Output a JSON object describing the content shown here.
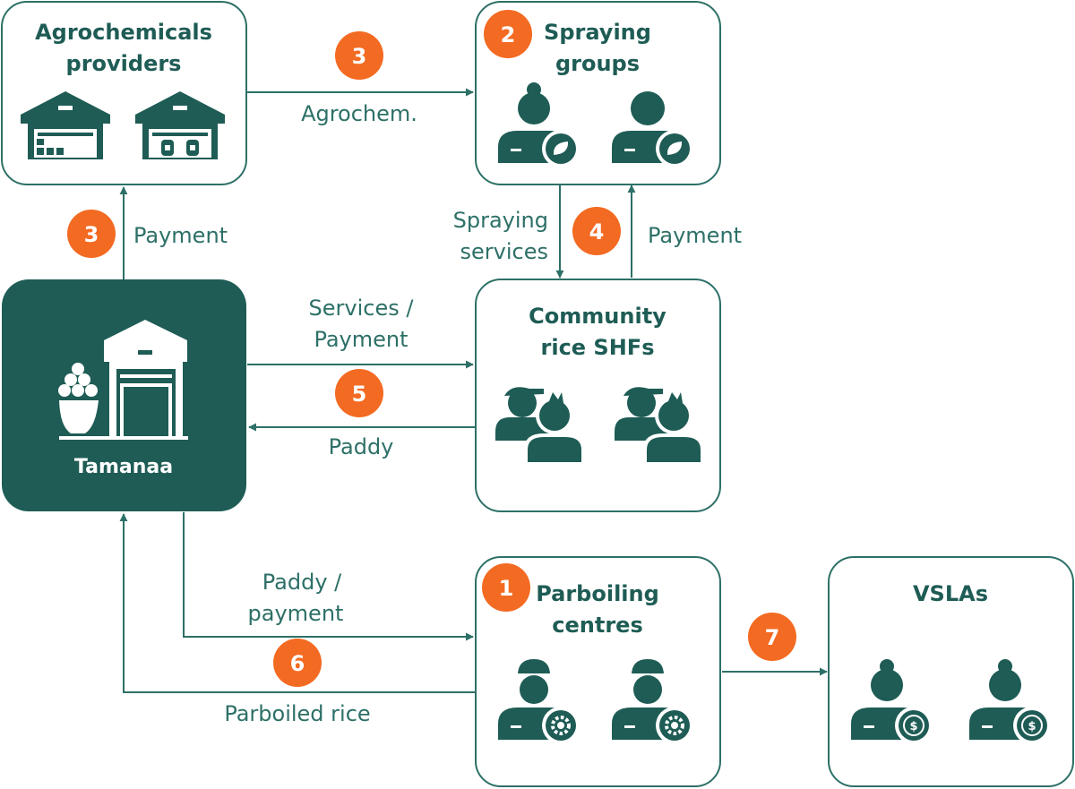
{
  "colors": {
    "primary": "#1e5c55",
    "stroke": "#2d7067",
    "accent": "#f36a22",
    "background": "#ffffff"
  },
  "nodes": {
    "agrochemicals": {
      "line1": "Agrochemicals",
      "line2": "providers",
      "icons": [
        "warehouse-icon",
        "warehouse-icon"
      ]
    },
    "spraying": {
      "line1": "Spraying",
      "line2": "groups",
      "step": "2",
      "icons": [
        "person-leaf-icon",
        "person-leaf-icon"
      ]
    },
    "tamanaa": {
      "label": "Tamanaa",
      "icons": [
        "warehouse-icon",
        "rice-bowl-icon"
      ]
    },
    "community": {
      "line1": "Community",
      "line2": "rice SHFs",
      "icons": [
        "farmer-group-icon",
        "farmer-group-icon"
      ]
    },
    "parboiling": {
      "line1": "Parboiling",
      "line2": "centres",
      "step": "1",
      "icons": [
        "person-gear-icon",
        "person-gear-icon"
      ]
    },
    "vslas": {
      "line1": "VSLAs",
      "icons": [
        "person-dollar-icon",
        "person-dollar-icon"
      ]
    }
  },
  "flows": {
    "agrochem": {
      "label": "Agrochem.",
      "step": "3"
    },
    "payment_agro": {
      "label": "Payment",
      "step": "3"
    },
    "spraying_services": {
      "line1": "Spraying",
      "line2": "services",
      "step": "4"
    },
    "payment_spraying": {
      "label": "Payment"
    },
    "services_payment": {
      "line1": "Services /",
      "line2": "Payment",
      "step": "5"
    },
    "paddy": {
      "label": "Paddy"
    },
    "paddy_payment": {
      "line1": "Paddy /",
      "line2": "payment",
      "step": "6"
    },
    "parboiled_rice": {
      "label": "Parboiled rice"
    },
    "vsla_link": {
      "step": "7"
    }
  }
}
